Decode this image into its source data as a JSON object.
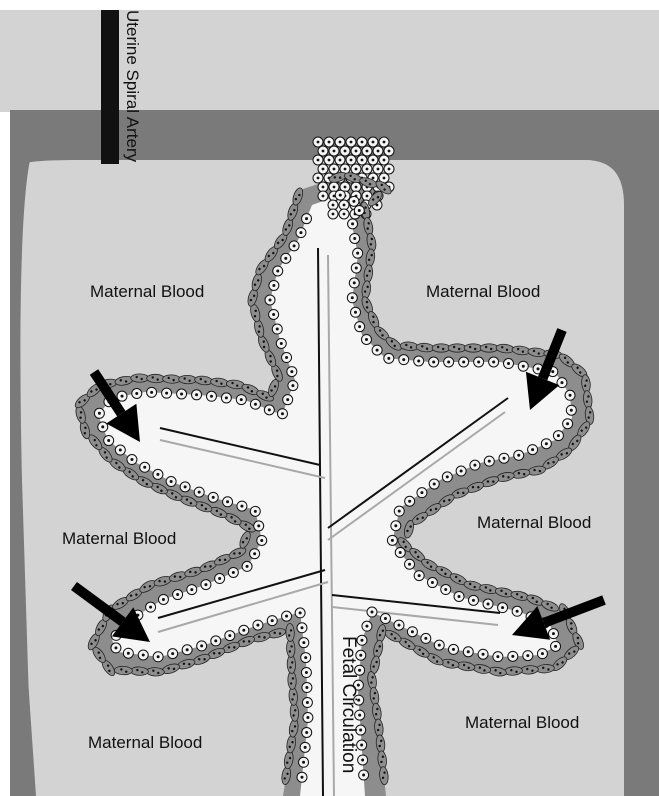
{
  "labels": {
    "uterine_artery": "Uterine Spiral Artery",
    "maternal_top_left": "Maternal Blood",
    "maternal_top_right": "Maternal Blood",
    "maternal_mid_left": "Maternal Blood",
    "maternal_mid_right": "Maternal Blood",
    "maternal_bottom_left": "Maternal Blood",
    "maternal_bottom_right": "Maternal Blood",
    "fetal_circulation": "Fetal Circulation"
  },
  "colors": {
    "decidua": "#7a7a7a",
    "intervillous_space": "#d3d3d3",
    "villus_core": "#f6f6f6",
    "artery_bar": "#111111",
    "cell_fill": "#f4f4f4",
    "syncytium": "#8d8d8d",
    "fetal_vessel": "#111111",
    "fetal_vessel_light": "#a8a8a8",
    "arrow": "#000000"
  }
}
